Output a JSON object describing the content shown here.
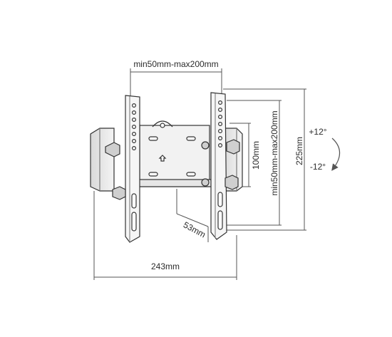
{
  "dimensions": {
    "top_width": "min50mm-max200mm",
    "vertical_inner": "100mm",
    "vertical_range": "min50mm-max200mm",
    "total_height": "225mm",
    "depth": "53mm",
    "total_width": "243mm"
  },
  "tilt": {
    "up": "+12°",
    "down": "-12°"
  }
}
